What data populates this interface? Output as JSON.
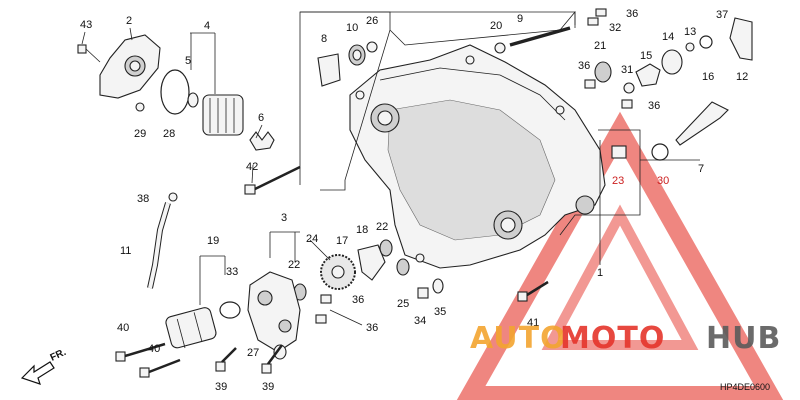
{
  "callouts": {
    "p1": "1",
    "p2": "2",
    "p3": "3",
    "p4": "4",
    "p5": "5",
    "p6": "6",
    "p7": "7",
    "p8": "8",
    "p9": "9",
    "p10": "10",
    "p11": "11",
    "p12": "12",
    "p13": "13",
    "p14": "14",
    "p15": "15",
    "p16": "16",
    "p17": "17",
    "p18": "18",
    "p19": "19",
    "p20": "20",
    "p21": "21",
    "p22a": "22",
    "p22b": "22",
    "p23": "23",
    "p24": "24",
    "p25": "25",
    "p26": "26",
    "p27": "27",
    "p28": "28",
    "p29": "29",
    "p30": "30",
    "p31": "31",
    "p32": "32",
    "p33": "33",
    "p34": "34",
    "p35": "35",
    "p36a": "36",
    "p36b": "36",
    "p36c": "36",
    "p36d": "36",
    "p36e": "36",
    "p37": "37",
    "p38": "38",
    "p39a": "39",
    "p39b": "39",
    "p40a": "40",
    "p40b": "40",
    "p41": "41",
    "p42": "42",
    "p43": "43"
  },
  "front_label": "FR.",
  "diagram_code": "HP4DE0600",
  "watermark": {
    "part1": "AUTO",
    "part2": "MOTO",
    "part3": "HUB",
    "color_orange": "#f3a530",
    "color_red": "#e5352b",
    "color_gray": "#5b5b5b"
  }
}
